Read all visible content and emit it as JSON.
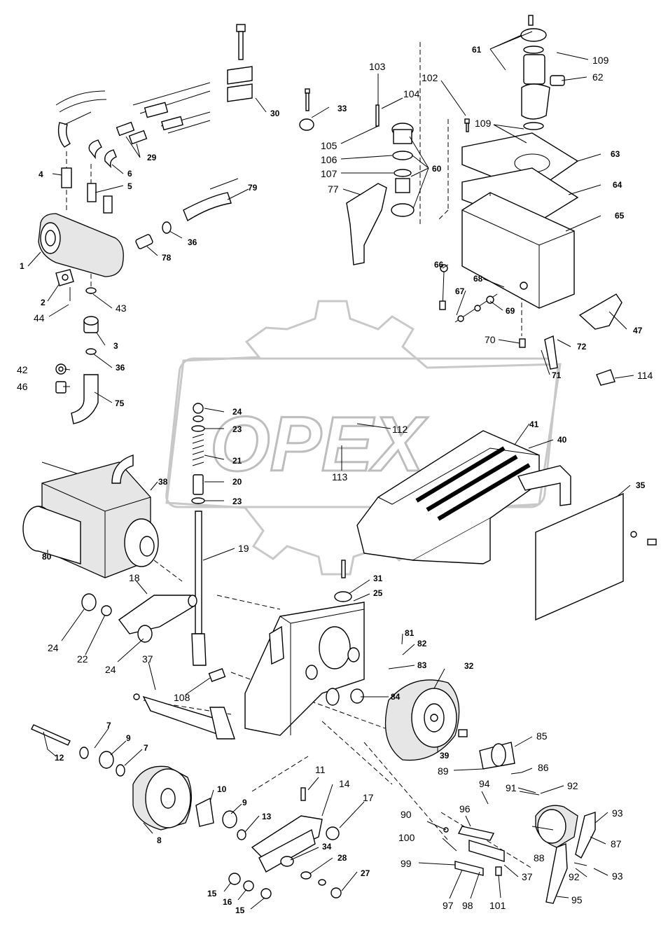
{
  "watermark": {
    "text": "OPEX"
  },
  "callouts": [
    {
      "id": "c1",
      "text": "1"
    },
    {
      "id": "c2",
      "text": "2"
    },
    {
      "id": "c3",
      "text": "3"
    },
    {
      "id": "c4",
      "text": "4"
    },
    {
      "id": "c5",
      "text": "5"
    },
    {
      "id": "c6",
      "text": "6"
    },
    {
      "id": "c7a",
      "text": "7"
    },
    {
      "id": "c7b",
      "text": "7"
    },
    {
      "id": "c8",
      "text": "8"
    },
    {
      "id": "c9a",
      "text": "9"
    },
    {
      "id": "c9b",
      "text": "9"
    },
    {
      "id": "c10",
      "text": "10"
    },
    {
      "id": "c11",
      "text": "11"
    },
    {
      "id": "c12",
      "text": "12"
    },
    {
      "id": "c13",
      "text": "13"
    },
    {
      "id": "c14",
      "text": "14"
    },
    {
      "id": "c15a",
      "text": "15"
    },
    {
      "id": "c15b",
      "text": "15"
    },
    {
      "id": "c16",
      "text": "16"
    },
    {
      "id": "c17",
      "text": "17"
    },
    {
      "id": "c18",
      "text": "18"
    },
    {
      "id": "c19",
      "text": "19"
    },
    {
      "id": "c20",
      "text": "20"
    },
    {
      "id": "c21",
      "text": "21"
    },
    {
      "id": "c22",
      "text": "22"
    },
    {
      "id": "c23a",
      "text": "23"
    },
    {
      "id": "c23b",
      "text": "23"
    },
    {
      "id": "c24a",
      "text": "24"
    },
    {
      "id": "c24b",
      "text": "24"
    },
    {
      "id": "c24c",
      "text": "24"
    },
    {
      "id": "c25",
      "text": "25"
    },
    {
      "id": "c27",
      "text": "27"
    },
    {
      "id": "c28",
      "text": "28"
    },
    {
      "id": "c29",
      "text": "29"
    },
    {
      "id": "c30",
      "text": "30"
    },
    {
      "id": "c31",
      "text": "31"
    },
    {
      "id": "c32",
      "text": "32"
    },
    {
      "id": "c33",
      "text": "33"
    },
    {
      "id": "c34",
      "text": "34"
    },
    {
      "id": "c35",
      "text": "35"
    },
    {
      "id": "c36a",
      "text": "36"
    },
    {
      "id": "c36b",
      "text": "36"
    },
    {
      "id": "c37a",
      "text": "37"
    },
    {
      "id": "c37b",
      "text": "37"
    },
    {
      "id": "c38",
      "text": "38"
    },
    {
      "id": "c39",
      "text": "39"
    },
    {
      "id": "c40",
      "text": "40"
    },
    {
      "id": "c41",
      "text": "41"
    },
    {
      "id": "c42",
      "text": "42"
    },
    {
      "id": "c43",
      "text": "43"
    },
    {
      "id": "c44",
      "text": "44"
    },
    {
      "id": "c46",
      "text": "46"
    },
    {
      "id": "c47",
      "text": "47"
    },
    {
      "id": "c60",
      "text": "60"
    },
    {
      "id": "c61",
      "text": "61"
    },
    {
      "id": "c62",
      "text": "62"
    },
    {
      "id": "c63",
      "text": "63"
    },
    {
      "id": "c64",
      "text": "64"
    },
    {
      "id": "c65",
      "text": "65"
    },
    {
      "id": "c66",
      "text": "66"
    },
    {
      "id": "c67",
      "text": "67"
    },
    {
      "id": "c68",
      "text": "68"
    },
    {
      "id": "c69",
      "text": "69"
    },
    {
      "id": "c70",
      "text": "70"
    },
    {
      "id": "c71",
      "text": "71"
    },
    {
      "id": "c72",
      "text": "72"
    },
    {
      "id": "c75",
      "text": "75"
    },
    {
      "id": "c77",
      "text": "77"
    },
    {
      "id": "c78",
      "text": "78"
    },
    {
      "id": "c79",
      "text": "79"
    },
    {
      "id": "c80",
      "text": "80"
    },
    {
      "id": "c81",
      "text": "81"
    },
    {
      "id": "c82",
      "text": "82"
    },
    {
      "id": "c83",
      "text": "83"
    },
    {
      "id": "c84",
      "text": "84"
    },
    {
      "id": "c85",
      "text": "85"
    },
    {
      "id": "c86",
      "text": "86"
    },
    {
      "id": "c87",
      "text": "87"
    },
    {
      "id": "c88",
      "text": "88"
    },
    {
      "id": "c89",
      "text": "89"
    },
    {
      "id": "c90",
      "text": "90"
    },
    {
      "id": "c91",
      "text": "91"
    },
    {
      "id": "c92a",
      "text": "92"
    },
    {
      "id": "c92b",
      "text": "92"
    },
    {
      "id": "c93a",
      "text": "93"
    },
    {
      "id": "c93b",
      "text": "93"
    },
    {
      "id": "c94",
      "text": "94"
    },
    {
      "id": "c95",
      "text": "95"
    },
    {
      "id": "c96",
      "text": "96"
    },
    {
      "id": "c97",
      "text": "97"
    },
    {
      "id": "c98",
      "text": "98"
    },
    {
      "id": "c99",
      "text": "99"
    },
    {
      "id": "c100",
      "text": "100"
    },
    {
      "id": "c101",
      "text": "101"
    },
    {
      "id": "c102",
      "text": "102"
    },
    {
      "id": "c103",
      "text": "103"
    },
    {
      "id": "c104",
      "text": "104"
    },
    {
      "id": "c105",
      "text": "105"
    },
    {
      "id": "c106",
      "text": "106"
    },
    {
      "id": "c107",
      "text": "107"
    },
    {
      "id": "c108",
      "text": "108"
    },
    {
      "id": "c109a",
      "text": "109"
    },
    {
      "id": "c109b",
      "text": "109"
    },
    {
      "id": "c112",
      "text": "112"
    },
    {
      "id": "c113",
      "text": "113"
    },
    {
      "id": "c114",
      "text": "114"
    }
  ]
}
